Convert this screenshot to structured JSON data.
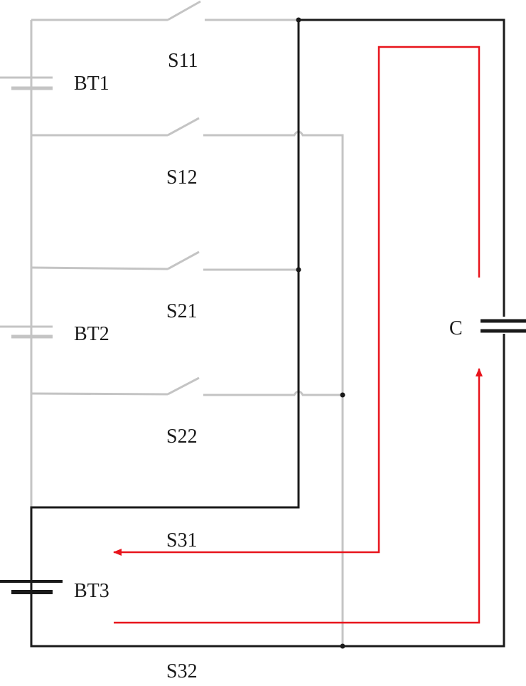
{
  "components": {
    "batteries": [
      {
        "id": "bt1",
        "label": "BT1"
      },
      {
        "id": "bt2",
        "label": "BT2"
      },
      {
        "id": "bt3",
        "label": "BT3"
      }
    ],
    "switches": [
      {
        "id": "s11",
        "label": "S11"
      },
      {
        "id": "s12",
        "label": "S12"
      },
      {
        "id": "s21",
        "label": "S21"
      },
      {
        "id": "s22",
        "label": "S22"
      },
      {
        "id": "s31",
        "label": "S31"
      },
      {
        "id": "s32",
        "label": "S32"
      }
    ],
    "capacitor": {
      "id": "c",
      "label": "C"
    }
  },
  "colors": {
    "inactive_wire": "#c4c4c4",
    "active_wire": "#1a1a1a",
    "current_flow": "#e8141c"
  }
}
